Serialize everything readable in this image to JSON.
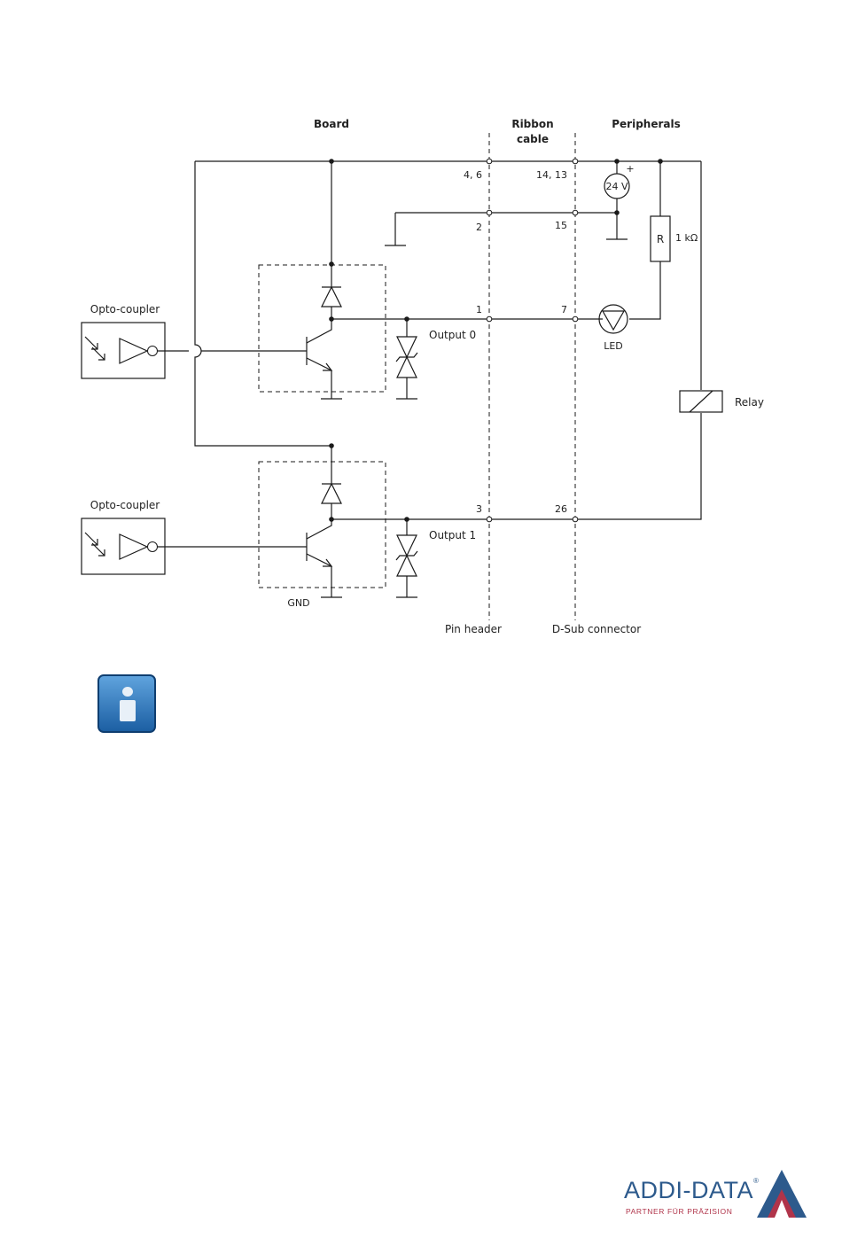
{
  "headers": {
    "board": "Board",
    "ribbon_line1": "Ribbon",
    "ribbon_line2": "cable",
    "peripherals": "Peripherals"
  },
  "opto_coupler_top": "Opto-coupler",
  "opto_coupler_bottom": "Opto-coupler",
  "pins": {
    "p46": "4, 6",
    "p1413": "14, 13",
    "p2": "2",
    "p15": "15",
    "p1": "1",
    "p7": "7",
    "p3": "3",
    "p26": "26"
  },
  "supply": {
    "voltage": "24 V",
    "plus": "+"
  },
  "resistor": {
    "symbol": "R",
    "value": "1 kΩ"
  },
  "output0": "Output 0",
  "output1": "Output 1",
  "led": "LED",
  "relay": "Relay",
  "gnd": "GND",
  "pin_header": "Pin header",
  "dsub_connector": "D-Sub connector",
  "logo": {
    "name": "ADDI-DATA",
    "registered": "®",
    "tagline": "PARTNER FÜR PRÄZISION",
    "colors": {
      "blue": "#2d5a8c",
      "red": "#b0344a"
    }
  },
  "icons": {
    "info": "info-icon"
  }
}
